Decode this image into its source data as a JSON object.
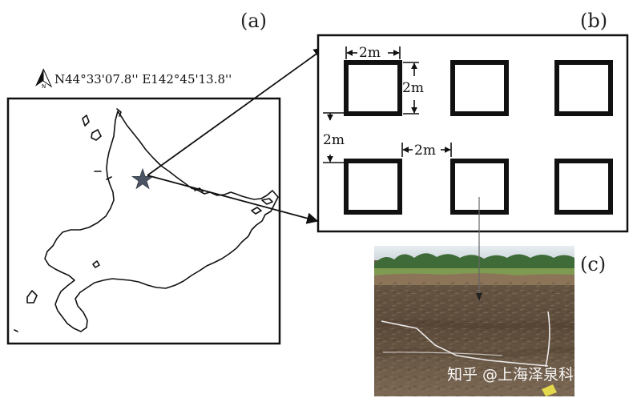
{
  "panels": {
    "a": "(a)",
    "b": "(b)",
    "c": "(c)"
  },
  "location": {
    "coordinates": "N44°33'07.8'' E142°45'13.8''",
    "north_letter": "N"
  },
  "plot_layout": {
    "plot_width_label": "2m",
    "plot_height_label": "2m",
    "row_gap_label": "2m",
    "column_gap_label": "2m"
  },
  "watermark": "知乎 @上海泽泉科技",
  "colors": {
    "ink": "#111111",
    "star": "#4a5463",
    "soil": "#6b5a48",
    "vegetation": "#3f6b38",
    "sky": "#dfe6ea"
  }
}
